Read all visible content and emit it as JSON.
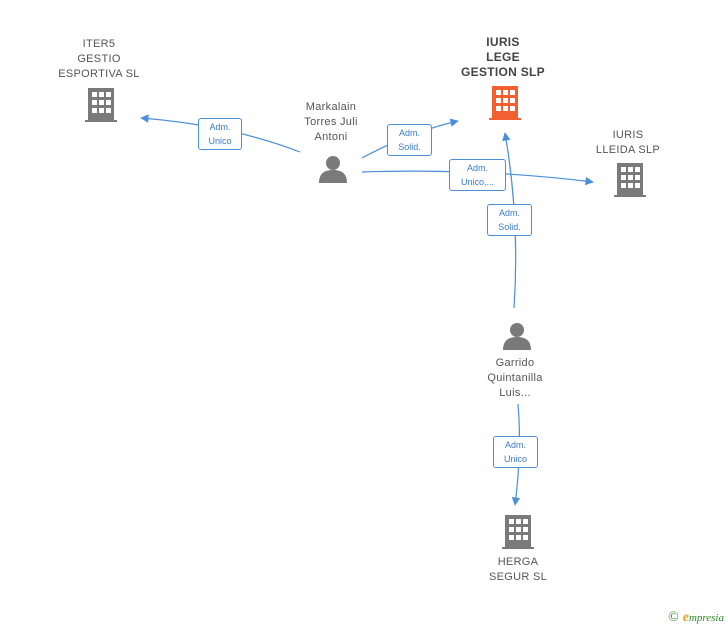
{
  "colors": {
    "edge": "#4a8fd8",
    "company": "#7a7a7a",
    "main_company": "#f06030",
    "person": "#7a7a7a"
  },
  "nodes": {
    "iter5": {
      "lines": [
        "ITER5",
        "GESTIO",
        "ESPORTIVA SL"
      ],
      "icon": "building-icon"
    },
    "iuris_lege": {
      "lines": [
        "IURIS",
        "LEGE",
        "GESTION  SLP"
      ],
      "icon": "building-icon"
    },
    "iuris_lleida": {
      "lines": [
        "IURIS",
        "LLEIDA  SLP"
      ],
      "icon": "building-icon"
    },
    "markalain": {
      "lines": [
        "Markalain",
        "Torres Juli",
        "Antoni"
      ],
      "icon": "person-icon"
    },
    "garrido": {
      "lines": [
        "Garrido",
        "Quintanilla",
        "Luis..."
      ],
      "icon": "person-icon"
    },
    "herga": {
      "lines": [
        "HERGA",
        "SEGUR  SL"
      ],
      "icon": "building-icon"
    }
  },
  "edges": {
    "markalain_iter5": [
      "Adm.",
      "Unico"
    ],
    "markalain_iuris_lege": [
      "Adm.",
      "Solid."
    ],
    "markalain_iuris_lleida": [
      "Adm.",
      "Unico,..."
    ],
    "garrido_iuris_lege": [
      "Adm.",
      "Solid."
    ],
    "garrido_herga": [
      "Adm.",
      "Unico"
    ]
  },
  "footer": {
    "copyright": "©",
    "brand_initial": "e",
    "brand_rest": "mpresia"
  }
}
